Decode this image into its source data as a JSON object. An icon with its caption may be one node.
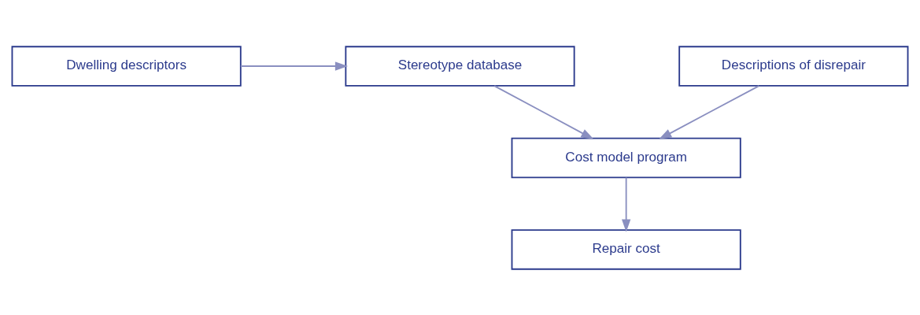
{
  "diagram": {
    "nodes": [
      {
        "text": [
          "Dwelling descriptors"
        ]
      },
      {
        "text": [
          "Stereotype database"
        ]
      },
      {
        "text": [
          "Descriptions of disrepair"
        ]
      },
      {
        "text": [
          "Cost model program"
        ]
      },
      {
        "text": [
          "Repair cost"
        ]
      }
    ],
    "edges": [
      {
        "from": 0,
        "to": 1,
        "arrow": "to"
      },
      {
        "from": 1,
        "to": 3,
        "arrow": "to"
      },
      {
        "from": 2,
        "to": 3,
        "arrow": "to"
      },
      {
        "from": 3,
        "to": 4,
        "arrow": "to"
      }
    ]
  }
}
